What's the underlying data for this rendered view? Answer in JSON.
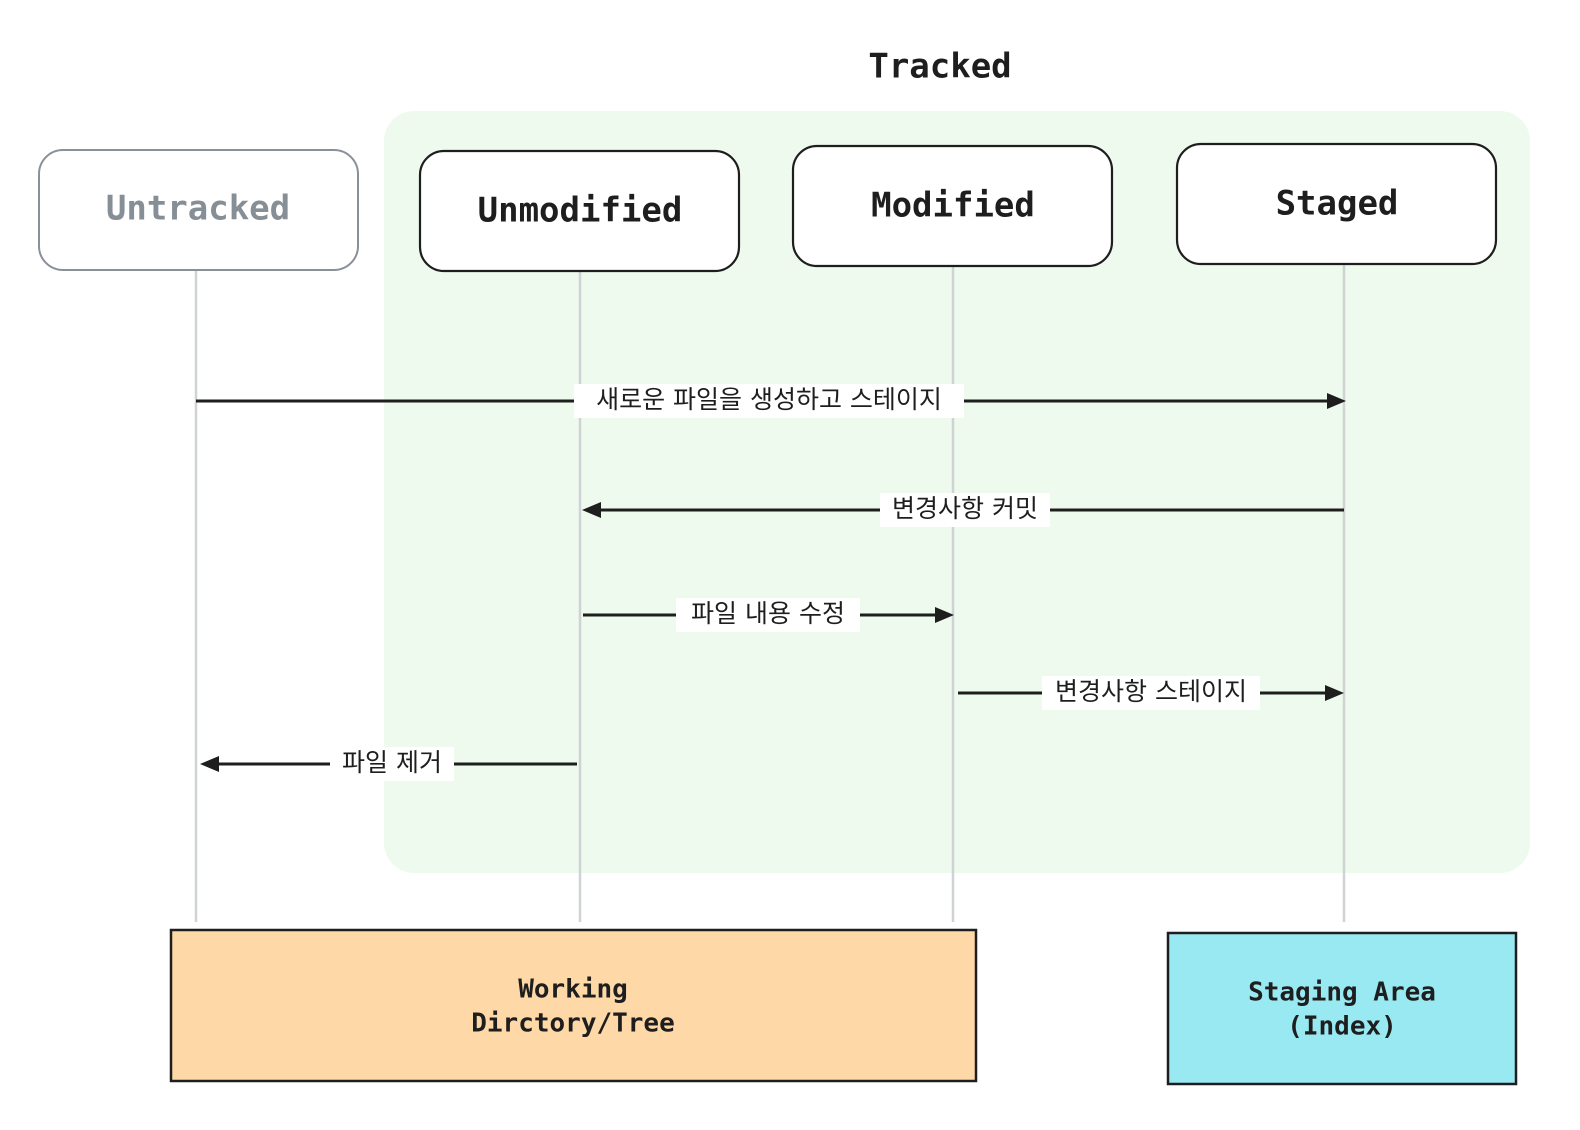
{
  "group": {
    "title": "Tracked",
    "fill_color": "#eefaee"
  },
  "participants": [
    {
      "id": "untracked",
      "label": "Untracked",
      "muted": true
    },
    {
      "id": "unmodified",
      "label": "Unmodified",
      "muted": false
    },
    {
      "id": "modified",
      "label": "Modified",
      "muted": false
    },
    {
      "id": "staged",
      "label": "Staged",
      "muted": false
    }
  ],
  "messages": [
    {
      "from": "untracked",
      "to": "staged",
      "label": "새로운 파일을 생성하고 스테이지"
    },
    {
      "from": "staged",
      "to": "unmodified",
      "label": "변경사항 커밋"
    },
    {
      "from": "unmodified",
      "to": "modified",
      "label": "파일 내용 수정"
    },
    {
      "from": "modified",
      "to": "staged",
      "label": "변경사항 스테이지"
    },
    {
      "from": "unmodified",
      "to": "untracked",
      "label": "파일 제거"
    }
  ],
  "areas": [
    {
      "id": "working-directory",
      "lines": [
        "Working",
        "Dirctory/Tree"
      ],
      "color": "#ffd8a8"
    },
    {
      "id": "staging-area",
      "lines": [
        "Staging Area",
        "(Index)"
      ],
      "color": "#99e9f2"
    }
  ]
}
